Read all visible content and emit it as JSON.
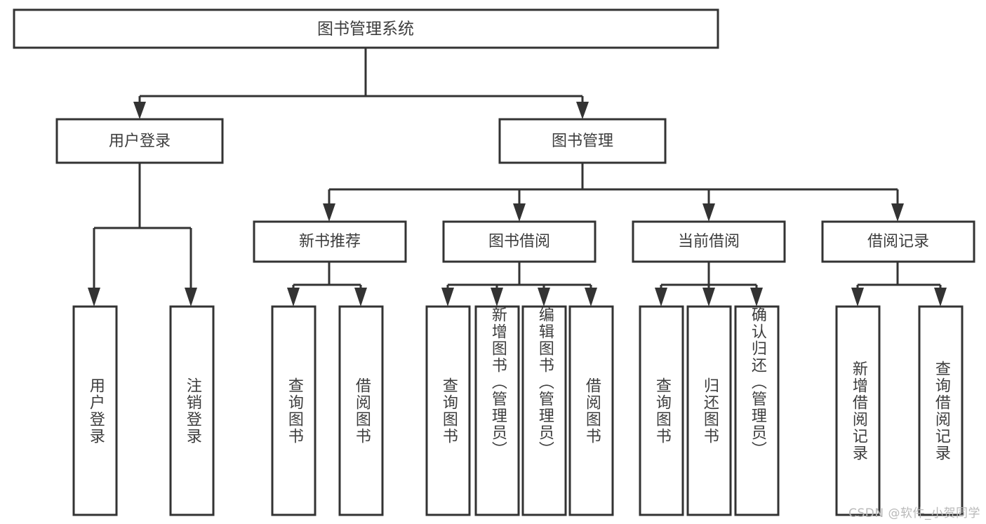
{
  "diagram": {
    "title": "图书管理系统",
    "type": "tree-hierarchy-diagram",
    "colors": {
      "stroke": "#333333",
      "fill": "#ffffff",
      "text": "#3d3d3d",
      "watermark": "#b9b9b9"
    },
    "root": {
      "label": "图书管理系统"
    },
    "level2": [
      {
        "label": "用户登录"
      },
      {
        "label": "图书管理"
      }
    ],
    "level3": [
      {
        "label": "新书推荐"
      },
      {
        "label": "图书借阅"
      },
      {
        "label": "当前借阅"
      },
      {
        "label": "借阅记录"
      }
    ],
    "leaves": {
      "user_login": [
        {
          "label": "用户登录"
        },
        {
          "label": "注销登录"
        }
      ],
      "new_book": [
        {
          "label": "查询图书"
        },
        {
          "label": "借阅图书"
        }
      ],
      "book_borrow": [
        {
          "label": "查询图书"
        },
        {
          "label": "新增图书（管理员）"
        },
        {
          "label": "编辑图书（管理员）"
        },
        {
          "label": "借阅图书"
        }
      ],
      "current_borrow": [
        {
          "label": "查询图书"
        },
        {
          "label": "归还图书"
        },
        {
          "label": "确认归还（管理员）"
        }
      ],
      "borrow_record": [
        {
          "label": "新增借阅记录"
        },
        {
          "label": "查询借阅记录"
        }
      ]
    },
    "watermark": "CSDN @软件_小贺同学"
  }
}
